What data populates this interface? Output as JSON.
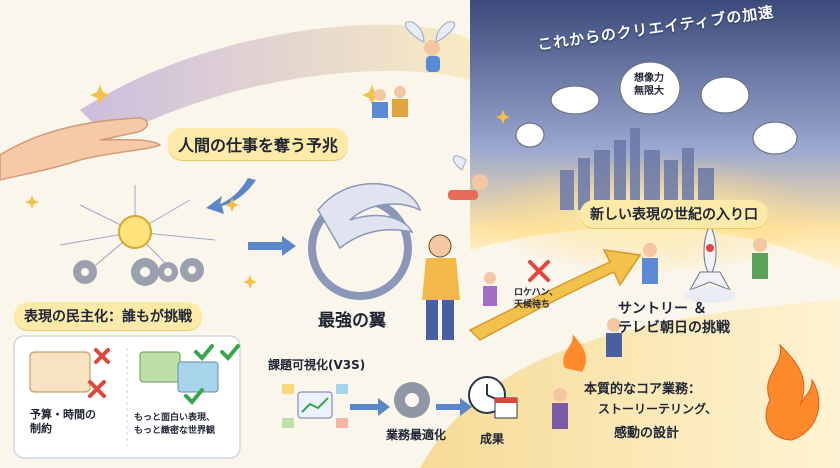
{
  "headline_right": "これからのクリエイティブの加速",
  "sections": {
    "omen": "人間の仕事を奪う予兆",
    "democratize": "表現の民主化：誰もが挑戦",
    "wings": "最強の翼",
    "visualization": "課題可視化(V3S)",
    "optimization": "業務最適化",
    "result": "成果",
    "new_era": "新しい表現の世紀の入り口",
    "challenge": "サントリー ＆\nテレビ朝日の挑戦",
    "core_business": "本質的なコア業務：",
    "storytelling": "ストーリーテリング、",
    "emotion_design": "感動の設計"
  },
  "bubble_text": "想像力\n無限大",
  "location_wait": "ロケハン、\n天候待ち",
  "constraints": {
    "budget_time": "予算・時間の\n制約",
    "better_expression": "もっと面白い表現、\nもっと緻密な世界観"
  },
  "colors": {
    "accent_yellow": "#fde9a8",
    "arrow_blue": "#5b86c7",
    "cross_red": "#e0463c",
    "check_green": "#3aa64a",
    "sky_top": "#3b4a7a",
    "sunrise": "#ffd36b"
  }
}
